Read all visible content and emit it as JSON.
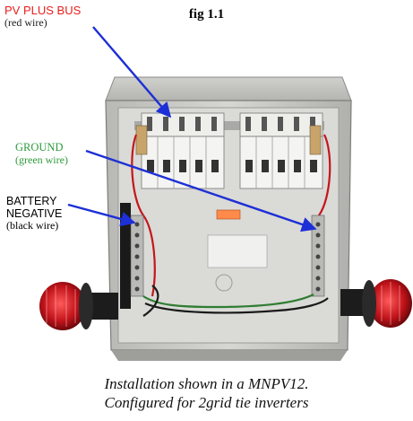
{
  "figure_label": "fig 1.1",
  "labels": {
    "pv_plus_bus": {
      "title": "PV PLUS BUS",
      "sub": "(red wire)"
    },
    "ground": {
      "title": "GROUND",
      "sub": "(green wire)"
    },
    "battery_negative": {
      "line1": "BATTERY",
      "line2": "NEGATIVE",
      "sub": "(black wire)"
    }
  },
  "caption": {
    "line1": "Installation shown in a MNPV12.",
    "line2": "Configured for 2grid tie inverters"
  },
  "colors": {
    "pv_label": "#e8201c",
    "ground_label": "#2f9b3c",
    "arrow": "#1d2fd6",
    "enclosure": "#c9c9c6"
  }
}
